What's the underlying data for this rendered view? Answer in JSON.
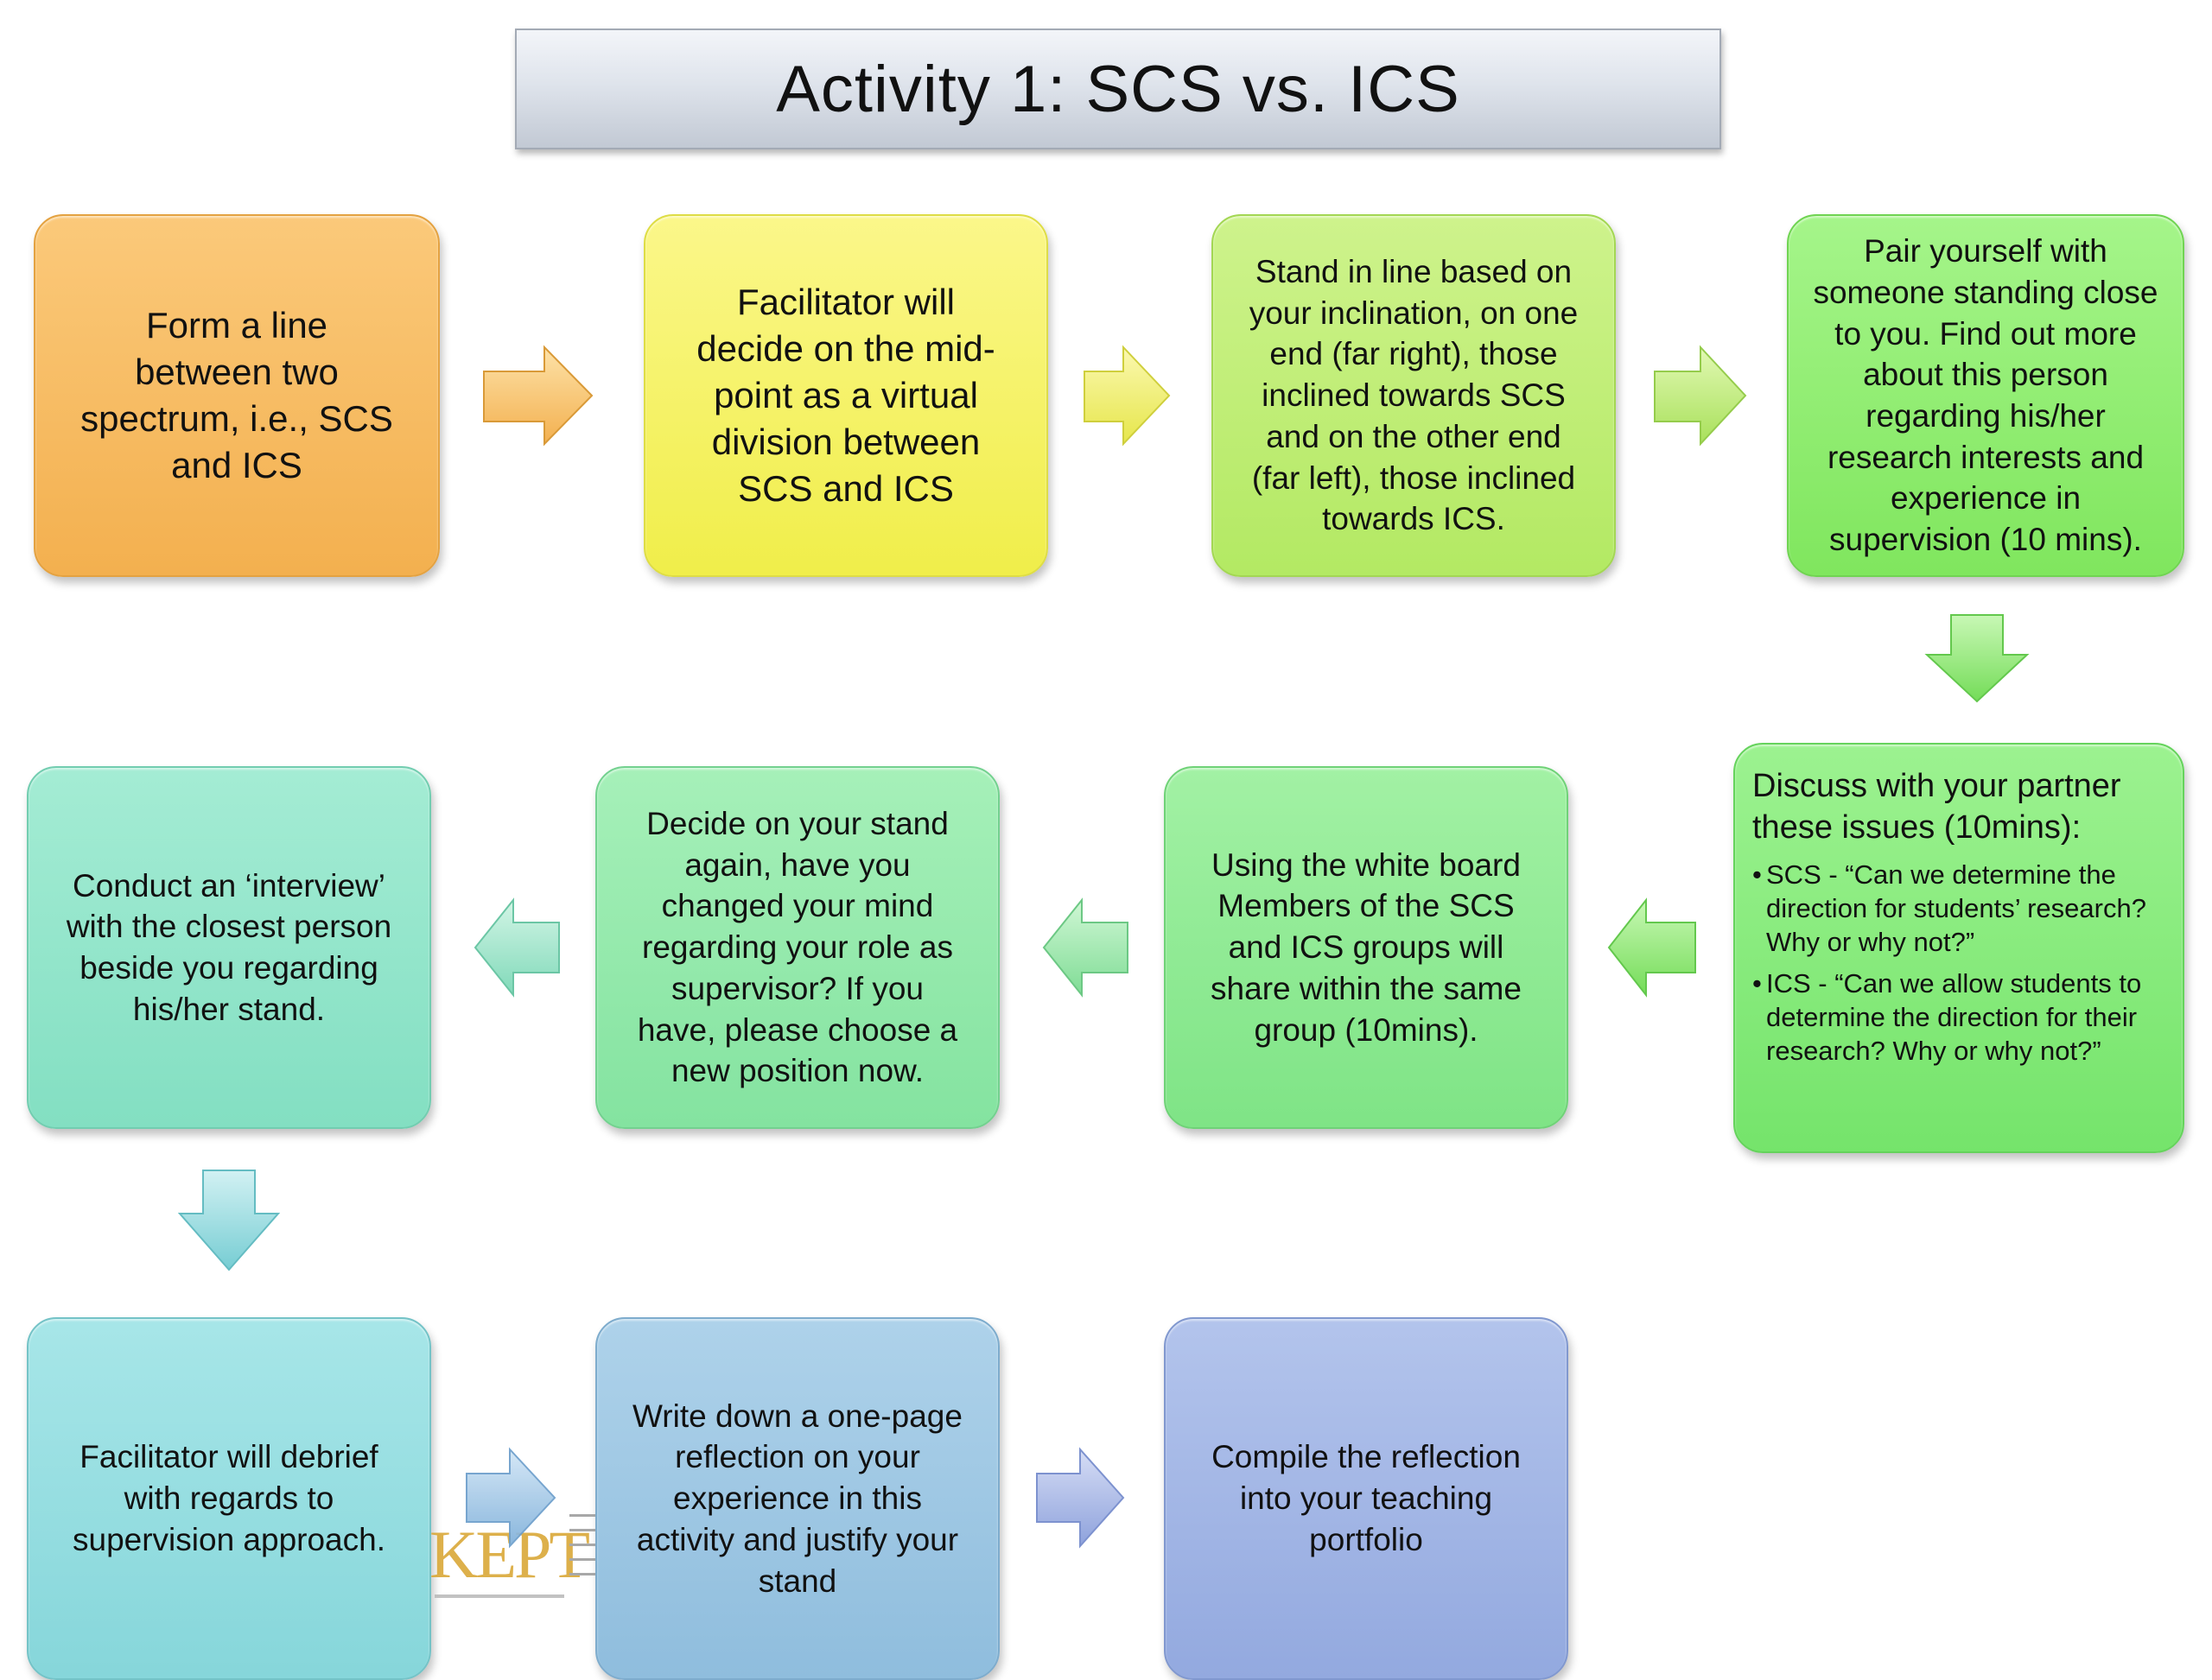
{
  "title": "Activity 1: SCS vs. ICS",
  "steps": {
    "s1": "Form a line\nbetween two\nspectrum, i.e., SCS\nand ICS",
    "s2": "Facilitator will\ndecide on the mid-\npoint as a virtual\ndivision between\nSCS and ICS",
    "s3": "Stand in line based on\nyour inclination, on one\nend (far right), those\ninclined towards SCS\nand on the other end\n(far left), those inclined\ntowards ICS.",
    "s4": "Pair yourself with\nsomeone standing close\nto you.  Find out more\nabout this person\nregarding his/her\nresearch interests and\nexperience in\nsupervision (10 mins).",
    "s5": {
      "heading": "Discuss with your partner these issues (10mins):",
      "bullets": [
        "SCS - “Can we determine the direction for students’ research? Why or why not?”",
        "ICS - “Can we allow students to determine  the direction for their research? Why or why not?”"
      ]
    },
    "s6": "Using the white board\nMembers of the SCS\nand ICS groups  will\nshare within the same\ngroup (10mins).",
    "s7": "Decide on your stand\nagain, have you\nchanged your mind\nregarding your role as\nsupervisor?  If you\nhave, please choose a\nnew position now.",
    "s8": "Conduct an ‘interview’\nwith the closest person\nbeside you regarding\nhis/her stand.",
    "s9": "Facilitator will debrief\nwith regards to\nsupervision approach.",
    "s10": "Write down a one-page\nreflection on your\nexperience in this\nactivity and justify your\nstand",
    "s11": "Compile the reflection\ninto your teaching\nportfolio"
  },
  "bullet_glyph": "•",
  "logo": {
    "mark": "KEPT"
  },
  "colors": {
    "orange": "#f3b04f",
    "yellow": "#f0ee4a",
    "yellow-green": "#b3e963",
    "green": "#80e65e",
    "mint": "#83dfc2",
    "teal": "#86d6da",
    "light-blue": "#8fbddd",
    "periwinkle": "#93a9df"
  }
}
